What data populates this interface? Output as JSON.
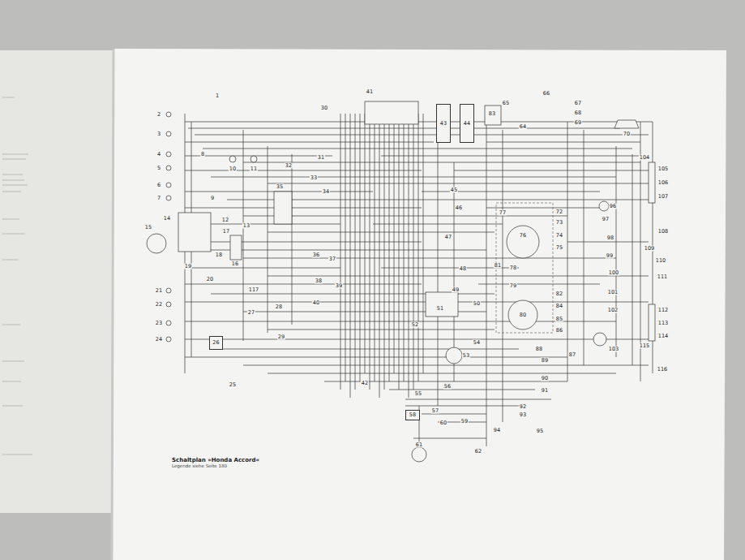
{
  "diagram": {
    "caption": "Schaltplan »Honda Accord« Legende siehe Seite 180",
    "nodes": [
      {
        "text": [
          "43"
        ]
      },
      {
        "text": [
          "44"
        ]
      },
      {
        "text": [
          "26"
        ]
      },
      {
        "text": [
          "58"
        ]
      }
    ],
    "labels": [
      "1",
      "30",
      "41",
      "83",
      "65",
      "66",
      "67",
      "68",
      "69",
      "70",
      "2",
      "3",
      "4",
      "5",
      "6",
      "7",
      "8",
      "10",
      "11",
      "31",
      "32",
      "33",
      "34",
      "35",
      "9",
      "12",
      "13",
      "14",
      "15",
      "16",
      "17",
      "18",
      "19",
      "20",
      "36",
      "37",
      "38",
      "39",
      "117",
      "28",
      "27",
      "40",
      "21",
      "22",
      "23",
      "24",
      "29",
      "25",
      "42",
      "45",
      "46",
      "47",
      "48",
      "49",
      "50",
      "51",
      "52",
      "53",
      "54",
      "55",
      "56",
      "57",
      "59",
      "60",
      "61",
      "62",
      "64",
      "77",
      "72",
      "73",
      "74",
      "75",
      "76",
      "78",
      "79",
      "81",
      "82",
      "84",
      "85",
      "86",
      "87",
      "88",
      "89",
      "90",
      "91",
      "92",
      "93",
      "94",
      "95",
      "96",
      "97",
      "98",
      "99",
      "100",
      "101",
      "102",
      "103",
      "104",
      "105",
      "106",
      "107",
      "108",
      "109",
      "110",
      "111",
      "112",
      "113",
      "114",
      "115",
      "116",
      "80",
      "Schaltplan »Honda Accord«",
      "Legende siehe Seite 180"
    ]
  }
}
